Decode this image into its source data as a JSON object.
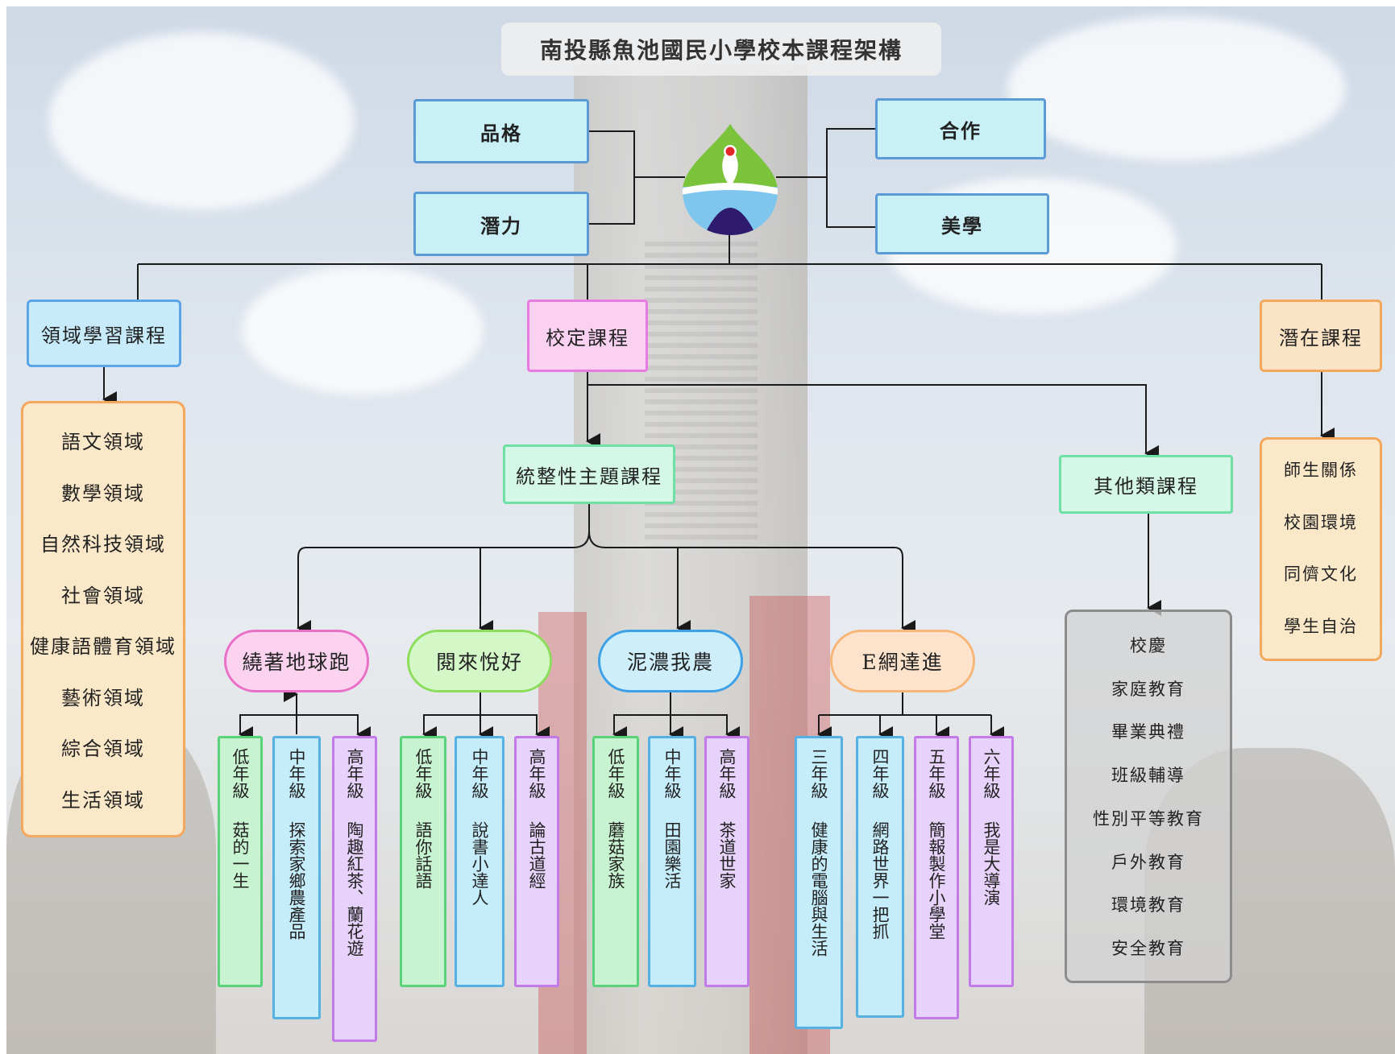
{
  "title": "南投縣魚池國民小學校本課程架構",
  "core_values": {
    "left_top": "品格",
    "left_bottom": "潛力",
    "right_top": "合作",
    "right_bottom": "美學"
  },
  "logo_icon": "school-emblem-icon",
  "categories": {
    "domain": "領域學習課程",
    "school": "校定課程",
    "latent": "潛在課程"
  },
  "domain_list": [
    "語文領域",
    "數學領域",
    "自然科技領域",
    "社會領域",
    "健康語體育領域",
    "藝術領域",
    "綜合領域",
    "生活領域"
  ],
  "latent_list": [
    "師生關係",
    "校園環境",
    "同儕文化",
    "學生自治"
  ],
  "school_sub": {
    "integrated": "統整性主題課程",
    "other": "其他類課程"
  },
  "other_list": [
    "校慶",
    "家庭教育",
    "畢業典禮",
    "班級輔導",
    "性別平等教育",
    "戶外教育",
    "環境教育",
    "安全教育"
  ],
  "themes": [
    {
      "name": "繞著地球跑",
      "items": [
        {
          "grade": "低年級",
          "topic": "菇的一生"
        },
        {
          "grade": "中年級",
          "topic": "探索家鄉農產品"
        },
        {
          "grade": "高年級",
          "topic": "陶趣紅茶、蘭花遊"
        }
      ]
    },
    {
      "name": "閱來悅好",
      "items": [
        {
          "grade": "低年級",
          "topic": "語你話語"
        },
        {
          "grade": "中年級",
          "topic": "說書小達人"
        },
        {
          "grade": "高年級",
          "topic": "論古道經"
        }
      ]
    },
    {
      "name": "泥濃我農",
      "items": [
        {
          "grade": "低年級",
          "topic": "蘑菇家族"
        },
        {
          "grade": "中年級",
          "topic": "田園樂活"
        },
        {
          "grade": "高年級",
          "topic": "茶道世家"
        }
      ]
    },
    {
      "name": "E網達進",
      "items": [
        {
          "grade": "三年級",
          "topic": "健康的電腦與生活"
        },
        {
          "grade": "四年級",
          "topic": "網路世界一把抓"
        },
        {
          "grade": "五年級",
          "topic": "簡報製作小學堂"
        },
        {
          "grade": "六年級",
          "topic": "我是大導演"
        }
      ]
    }
  ]
}
